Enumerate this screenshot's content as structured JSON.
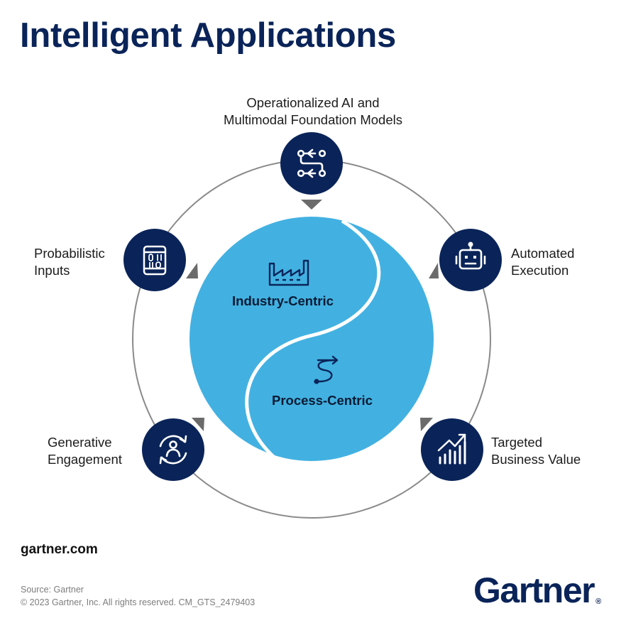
{
  "title": "Intelligent Applications",
  "nodes": {
    "top": {
      "line1": "Operationalized AI and",
      "line2": "Multimodal Foundation Models",
      "icon": "workflow-arrows-icon"
    },
    "left_upper": {
      "line1": "Probabilistic",
      "line2": "Inputs",
      "icon": "binary-data-icon"
    },
    "right_upper": {
      "line1": "Automated",
      "line2": "Execution",
      "icon": "robot-icon"
    },
    "left_lower": {
      "line1": "Generative",
      "line2": "Engagement",
      "icon": "user-cycle-icon"
    },
    "right_lower": {
      "line1": "Targeted",
      "line2": "Business Value",
      "icon": "growth-chart-icon"
    }
  },
  "center": {
    "industry": "Industry-Centric",
    "process": "Process-Centric"
  },
  "colors": {
    "navy": "#0a2459",
    "light_blue": "#42b1e1",
    "ring": "#8a8a8a"
  },
  "footer": {
    "site": "gartner.com",
    "source": "Source: Gartner",
    "copyright": "© 2023 Gartner, Inc. All rights reserved. CM_GTS_2479403",
    "logo_text": "Gartner",
    "logo_mark": "®"
  }
}
